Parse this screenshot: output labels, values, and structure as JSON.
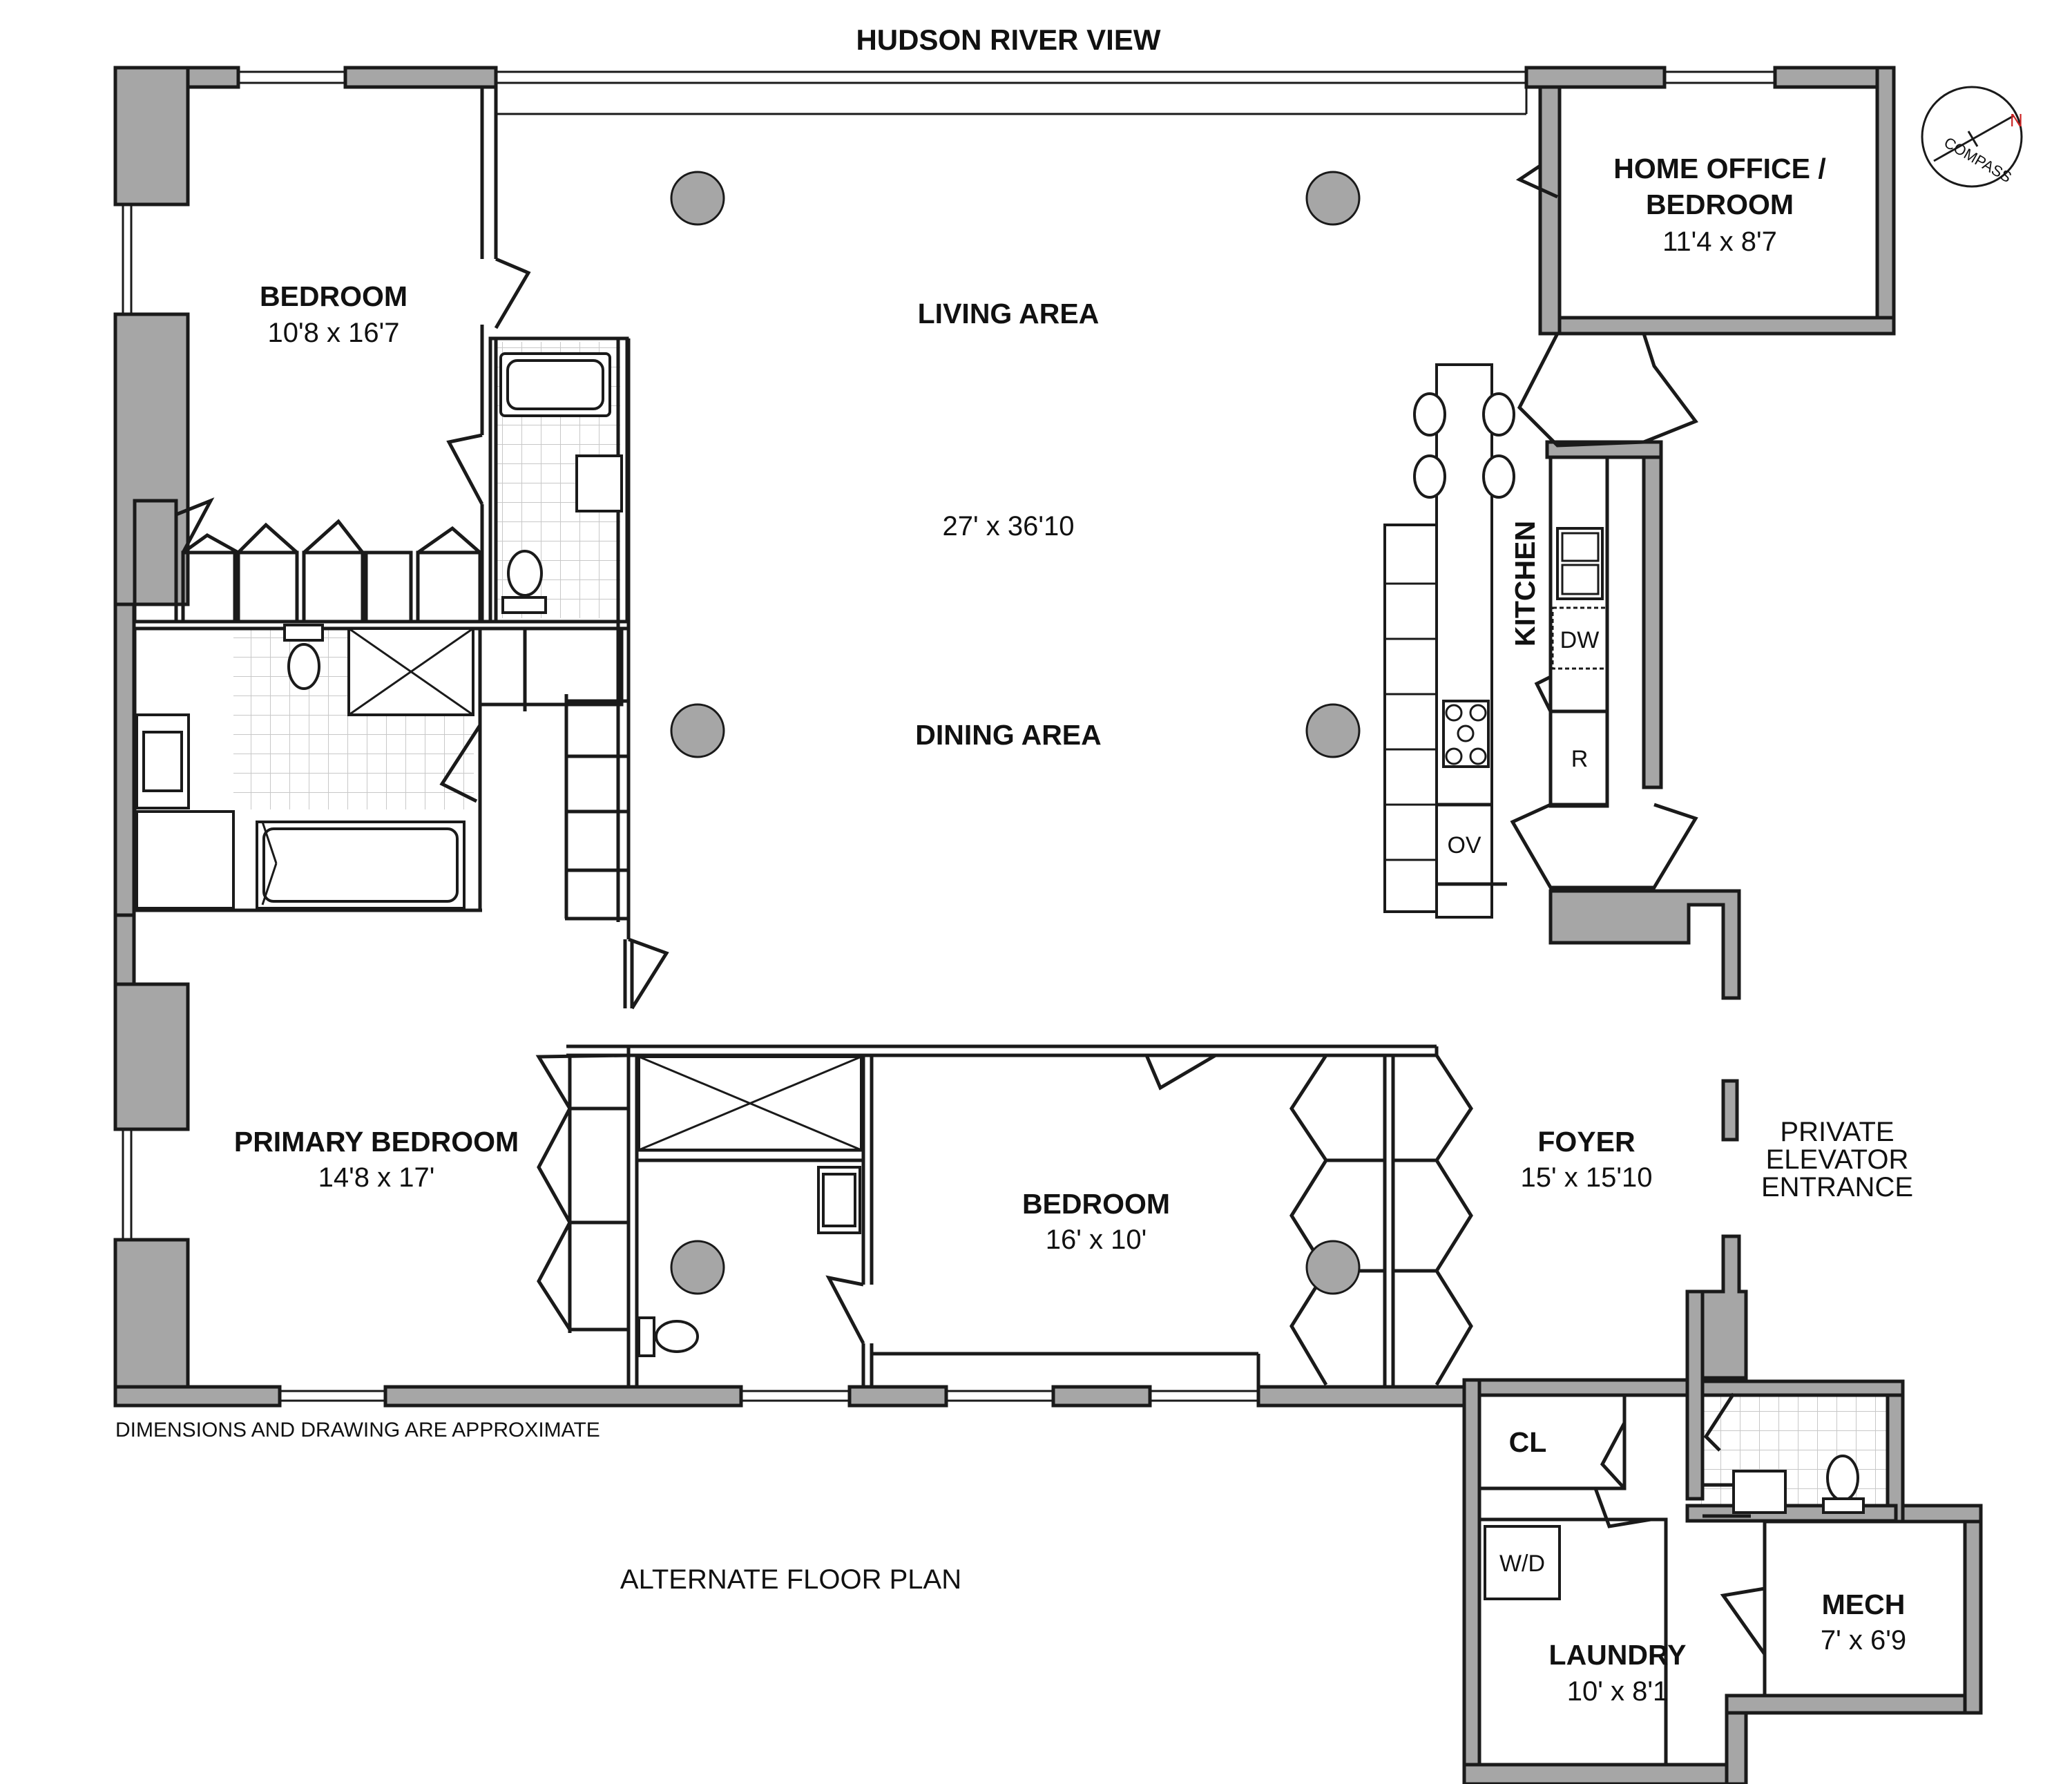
{
  "title": "HUDSON RIVER VIEW",
  "disclaimer": "DIMENSIONS AND DRAWING ARE APPROXIMATE",
  "footer_label": "ALTERNATE FLOOR PLAN",
  "entrance_label": [
    "PRIVATE",
    "ELEVATOR",
    "ENTRANCE"
  ],
  "compass": {
    "label": "COMPASS",
    "north": "N",
    "accent": "#cc2222"
  },
  "rooms": {
    "living": {
      "name": "LIVING AREA",
      "dims": "27' x 36'10"
    },
    "dining": {
      "name": "DINING AREA"
    },
    "bedroom_nw": {
      "name": "BEDROOM",
      "dims": "10'8 x 16'7"
    },
    "home_office": {
      "name_line1": "HOME OFFICE /",
      "name_line2": "BEDROOM",
      "dims": "11'4 x 8'7"
    },
    "kitchen": {
      "name": "KITCHEN"
    },
    "primary_bedroom": {
      "name": "PRIMARY BEDROOM",
      "dims": "14'8 x 17'"
    },
    "bedroom_s": {
      "name": "BEDROOM",
      "dims": "16' x 10'"
    },
    "foyer": {
      "name": "FOYER",
      "dims": "15' x 15'10"
    },
    "closet": {
      "name": "CL"
    },
    "laundry": {
      "name": "LAUNDRY",
      "dims": "10' x 8'1"
    },
    "mech": {
      "name": "MECH",
      "dims": "7' x 6'9"
    }
  },
  "appliances": {
    "dishwasher": "DW",
    "refrigerator": "R",
    "oven": "OV",
    "washer_dryer": "W/D"
  },
  "colors": {
    "wall": "#a6a6a6",
    "line": "#1a1a1a",
    "tile": "#cfcfcf"
  }
}
